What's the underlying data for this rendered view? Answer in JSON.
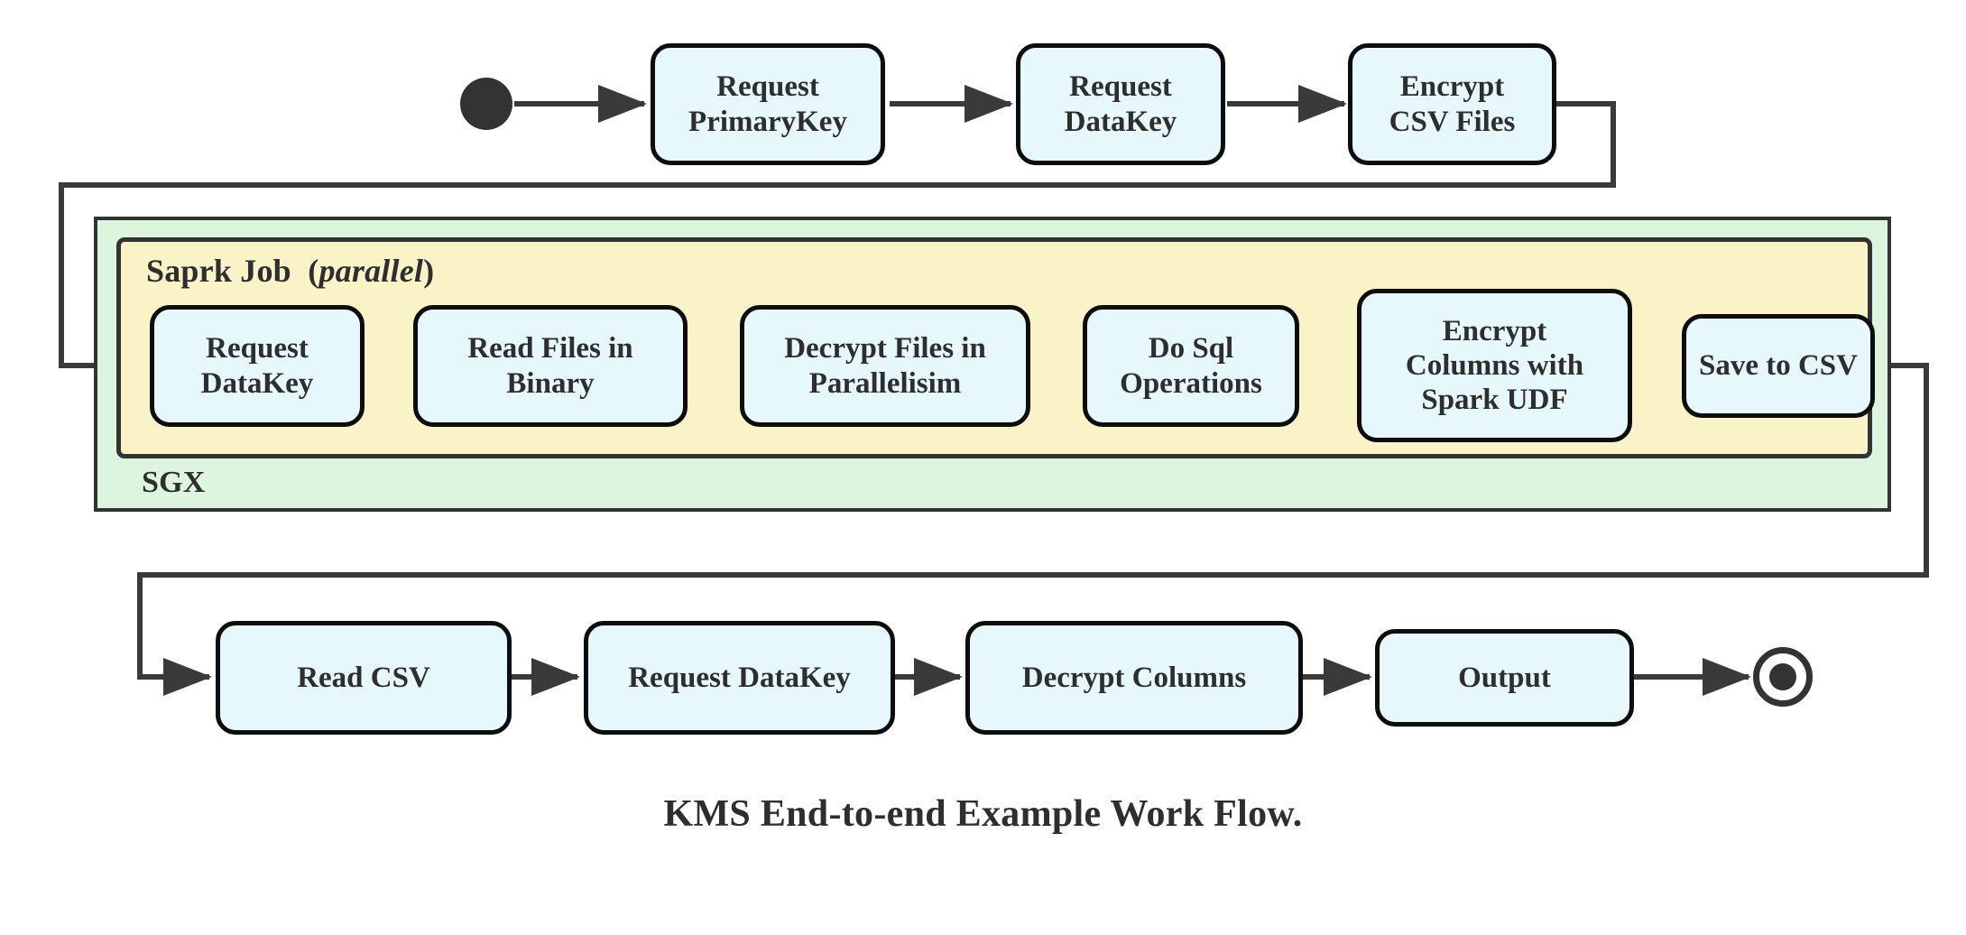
{
  "caption": "KMS End-to-end Example Work Flow.",
  "colors": {
    "node_fill": "#e7f8fc",
    "node_stroke": "#0d0d0d",
    "sgx_fill": "#ddf5de",
    "spark_fill": "#fbf3c8",
    "container_stroke": "#333333",
    "edge_stroke": "#3a3a3a",
    "text": "#2e2e2e",
    "page_background": "#ffffff"
  },
  "containers": {
    "sgx": {
      "label": "SGX"
    },
    "spark": {
      "label": "Saprk Job",
      "qualifier": "(parallel)",
      "qualifier_open": "(",
      "qualifier_word": "parallel",
      "qualifier_close": ")"
    }
  },
  "markers": {
    "start": "start-node",
    "end": "end-node"
  },
  "rows": {
    "top": {
      "nodes": [
        {
          "id": "request-primarykey",
          "line1": "Request",
          "line2": "PrimaryKey"
        },
        {
          "id": "request-datakey-top",
          "line1": "Request",
          "line2": "DataKey"
        },
        {
          "id": "encrypt-csv-files",
          "line1": "Encrypt",
          "line2": "CSV Files"
        }
      ]
    },
    "spark": {
      "nodes": [
        {
          "id": "request-datakey-spark",
          "line1": "Request",
          "line2": "DataKey"
        },
        {
          "id": "read-files-in-binary",
          "line1": "Read Files in",
          "line2": "Binary"
        },
        {
          "id": "decrypt-files-in-parallelisim",
          "line1": "Decrypt Files in",
          "line2": "Parallelisim"
        },
        {
          "id": "do-sql-operations",
          "line1": "Do Sql",
          "line2": "Operations"
        },
        {
          "id": "encrypt-columns-with-spark-udf",
          "line1": "Encrypt",
          "line2": "Columns with",
          "line3": "Spark UDF"
        },
        {
          "id": "save-to-csv",
          "line1": "Save to CSV"
        }
      ]
    },
    "bottom": {
      "nodes": [
        {
          "id": "read-csv",
          "line1": "Read CSV"
        },
        {
          "id": "request-datakey-bottom",
          "line1": "Request DataKey"
        },
        {
          "id": "decrypt-columns",
          "line1": "Decrypt Columns"
        },
        {
          "id": "output",
          "line1": "Output"
        }
      ]
    }
  },
  "flow": {
    "type": "activity-diagram",
    "sequence": [
      "start",
      "Request PrimaryKey",
      "Request DataKey",
      "Encrypt CSV Files",
      "Request DataKey",
      "Read Files in Binary",
      "Decrypt Files in Parallelisim",
      "Do Sql Operations",
      "Encrypt Columns with Spark UDF",
      "Save to CSV",
      "Read CSV",
      "Request DataKey",
      "Decrypt Columns",
      "Output",
      "end"
    ]
  }
}
